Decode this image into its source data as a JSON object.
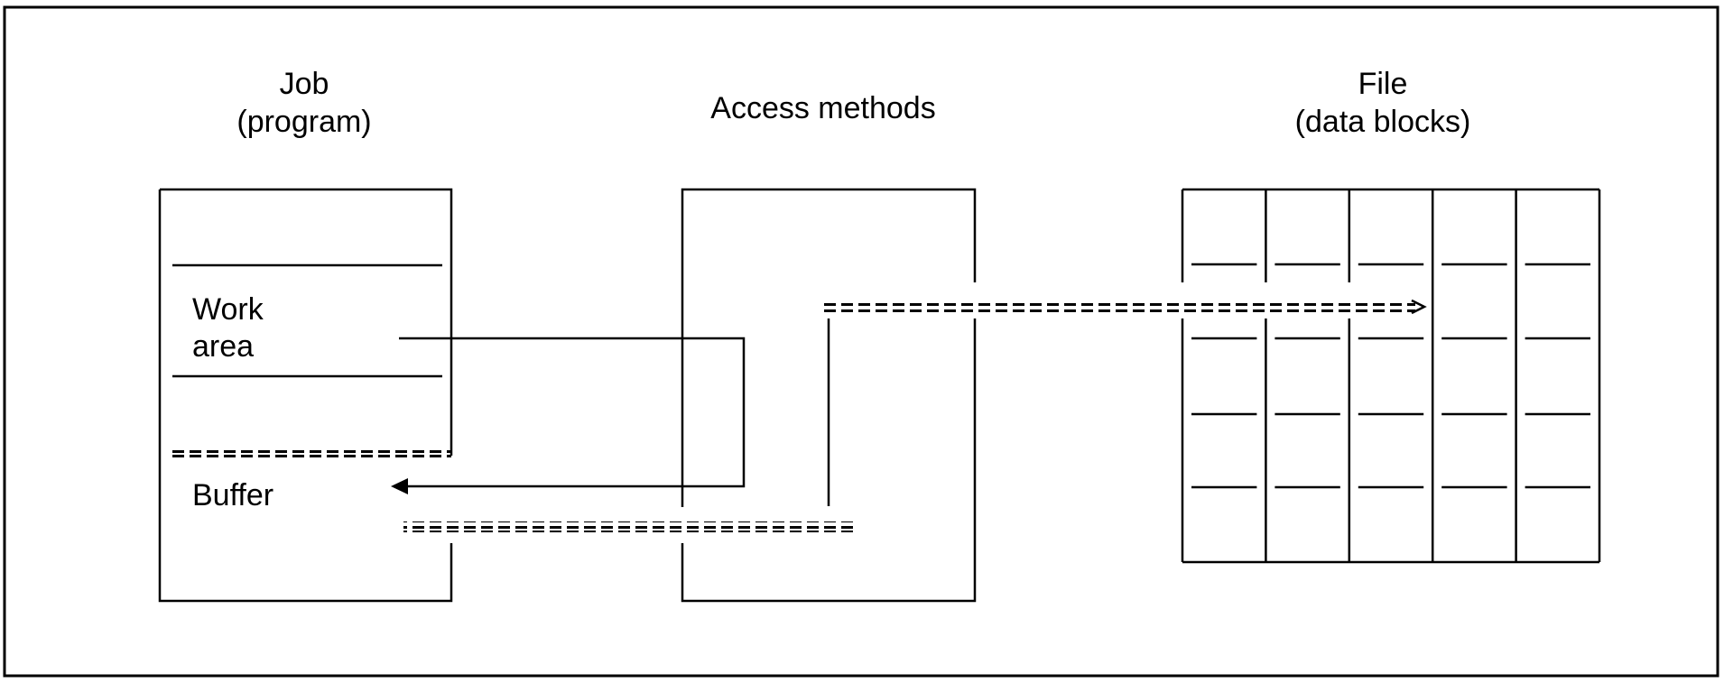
{
  "diagram": {
    "columns": {
      "job": {
        "title_line1": "Job",
        "title_line2": "(program)"
      },
      "access": {
        "title": "Access methods"
      },
      "file": {
        "title_line1": "File",
        "title_line2": "(data blocks)"
      }
    },
    "job_box": {
      "work_area_line1": "Work",
      "work_area_line2": "area",
      "buffer_label": "Buffer"
    },
    "file_grid": {
      "columns": 5,
      "block_rows": 4
    },
    "flows": [
      {
        "from": "Access methods",
        "to": "File (data blocks)",
        "style": "double-dashed",
        "direction": "right"
      },
      {
        "from": "Work area",
        "to": "Buffer",
        "style": "solid",
        "direction": "left"
      },
      {
        "from": "Buffer",
        "to": "Access methods",
        "style": "double-dashed",
        "direction": "none"
      }
    ]
  }
}
